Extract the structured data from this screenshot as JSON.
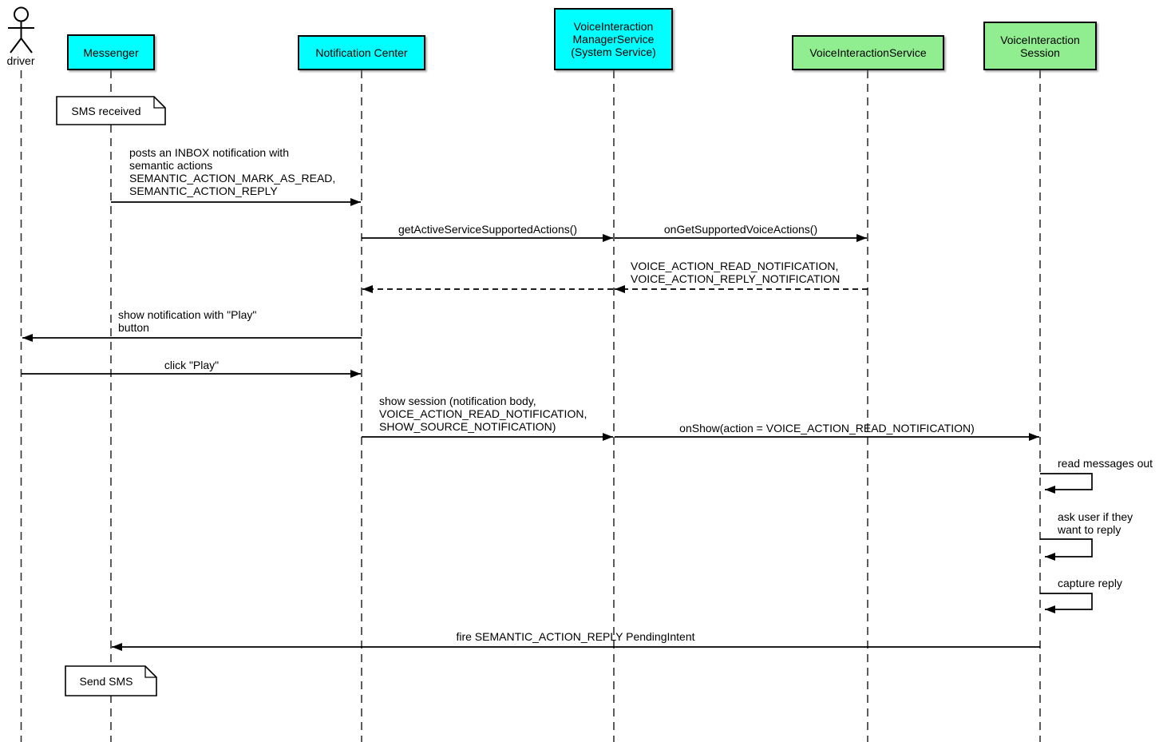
{
  "actor": {
    "label": "driver"
  },
  "participants": [
    {
      "id": "messenger",
      "label": "Messenger",
      "fill": "#00FFFF"
    },
    {
      "id": "notification-center",
      "label": "Notification Center",
      "fill": "#00FFFF"
    },
    {
      "id": "voiceinteraction-managerservice",
      "label": "VoiceInteraction\nManagerService\n(System Service)",
      "fill": "#00FFFF"
    },
    {
      "id": "voiceinteractionservice",
      "label": "VoiceInteractionService",
      "fill": "#90EE90"
    },
    {
      "id": "voiceinteraction-session",
      "label": "VoiceInteraction\nSession",
      "fill": "#90EE90"
    }
  ],
  "notes": [
    {
      "text": "SMS received",
      "attached_to": "messenger"
    },
    {
      "text": "Send SMS",
      "attached_to": "messenger"
    }
  ],
  "messages": [
    {
      "from": "messenger",
      "to": "notification-center",
      "style": "solid",
      "label": "posts an INBOX notification with\nsemantic actions\nSEMANTIC_ACTION_MARK_AS_READ,\nSEMANTIC_ACTION_REPLY"
    },
    {
      "from": "notification-center",
      "to": "voiceinteraction-managerservice",
      "style": "solid",
      "label": "getActiveServiceSupportedActions()"
    },
    {
      "from": "voiceinteraction-managerservice",
      "to": "voiceinteractionservice",
      "style": "solid",
      "label": "onGetSupportedVoiceActions()"
    },
    {
      "from": "voiceinteractionservice",
      "to": "voiceinteraction-managerservice",
      "style": "dashed",
      "label": "VOICE_ACTION_READ_NOTIFICATION,\nVOICE_ACTION_REPLY_NOTIFICATION"
    },
    {
      "from": "voiceinteraction-managerservice",
      "to": "notification-center",
      "style": "dashed",
      "label": ""
    },
    {
      "from": "notification-center",
      "to": "driver",
      "style": "solid",
      "label": "show notification with \"Play\"\nbutton"
    },
    {
      "from": "driver",
      "to": "notification-center",
      "style": "solid",
      "label": "click \"Play\""
    },
    {
      "from": "notification-center",
      "to": "voiceinteraction-managerservice",
      "style": "solid",
      "label": "show session (notification body,\nVOICE_ACTION_READ_NOTIFICATION,\nSHOW_SOURCE_NOTIFICATION)"
    },
    {
      "from": "voiceinteraction-managerservice",
      "to": "voiceinteraction-session",
      "style": "solid",
      "label": "onShow(action = VOICE_ACTION_READ_NOTIFICATION)"
    },
    {
      "from": "voiceinteraction-session",
      "to": "voiceinteraction-session",
      "style": "self",
      "label": "read messages out"
    },
    {
      "from": "voiceinteraction-session",
      "to": "voiceinteraction-session",
      "style": "self",
      "label": "ask user if they\nwant to reply"
    },
    {
      "from": "voiceinteraction-session",
      "to": "voiceinteraction-session",
      "style": "self",
      "label": "capture reply"
    },
    {
      "from": "voiceinteraction-session",
      "to": "messenger",
      "style": "solid",
      "label": "fire SEMANTIC_ACTION_REPLY PendingIntent"
    }
  ],
  "colors": {
    "participant_cyan": "#00FFFF",
    "participant_green": "#90EE90",
    "line": "#000000",
    "background": "#FFFFFF"
  }
}
